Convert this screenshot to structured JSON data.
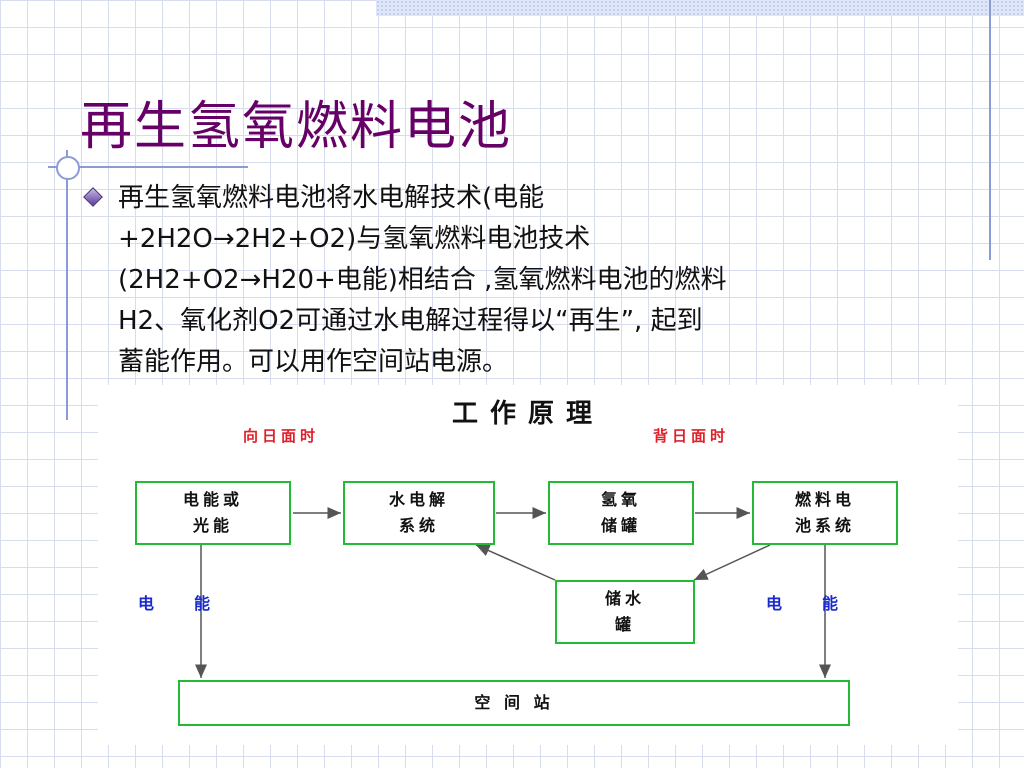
{
  "slide": {
    "title": "再生氢氧燃料电池",
    "bullet_text": "再生氢氧燃料电池将水电解技术(电能\n+2H2O→2H2+O2)与氢氧燃料电池技术\n(2H2+O2→H20+电能)相结合 ,氢氧燃料电池的燃料\nH2、氧化剂O2可通过水电解过程得以“再生”, 起到\n蓄能作用。可以用作空间站电源。"
  },
  "diagram": {
    "title": "工作原理",
    "day_label": "向日面时",
    "night_label": "背日面时",
    "boxes": {
      "source": "电能或\n光能",
      "electrolysis": "水电解\n系统",
      "storage": "氢氧\n储罐",
      "fuel_cell": "燃料电\n池系统",
      "water_tank": "储水\n罐",
      "station": "空    间    站"
    },
    "energy_left": "电能",
    "energy_right": "电能"
  },
  "colors": {
    "title": "#660066",
    "box_border": "#22bb33",
    "period_label": "#e0202a",
    "energy_label": "#1a2acc"
  }
}
